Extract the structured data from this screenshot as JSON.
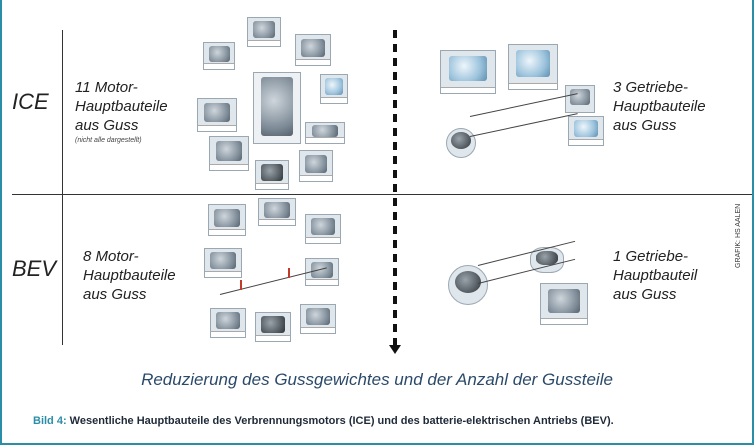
{
  "rows": {
    "ice": "ICE",
    "bev": "BEV"
  },
  "ice_motor": {
    "text": "11  Motor-\nHauptbauteile\naus Guss",
    "note": "(nicht alle dargestellt)"
  },
  "ice_gear": {
    "text": "3  Getriebe-\nHauptbauteile\naus Guss"
  },
  "bev_motor": {
    "text": "8  Motor-\nHauptbauteile\naus Guss"
  },
  "bev_gear": {
    "text": "1  Getriebe-\nHauptbauteil\naus Guss"
  },
  "caption_main": "Reduzierung des Gussgewichtes und der Anzahl der Gussteile",
  "figure_caption": {
    "number": "Bild 4:",
    "text": " Wesentliche Hauptbauteile des Verbrennungsmotors (ICE) und des batterie-elektrischen Antriebs (BEV)."
  },
  "credit": "GRAFIK: HS AALEN",
  "colors": {
    "frame": "#2a8fa6",
    "caption": "#2b4a6a"
  }
}
